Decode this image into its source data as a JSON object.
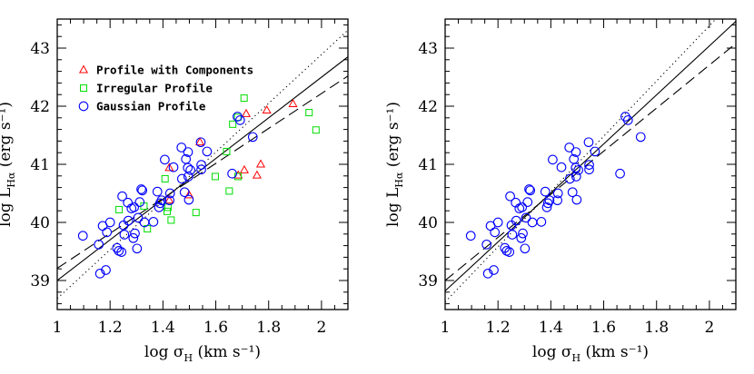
{
  "chart_data": [
    {
      "type": "scatter",
      "xlabel": "log σ_H (km s⁻¹)",
      "ylabel": "log L_Hα (erg s⁻¹)",
      "xlim": [
        1.0,
        2.1
      ],
      "ylim": [
        38.5,
        43.5
      ],
      "xticks": [
        "1",
        "1.2",
        "1.4",
        "1.6",
        "1.8",
        "2"
      ],
      "yticks": [
        "39",
        "40",
        "41",
        "42",
        "43"
      ],
      "grid": false,
      "legend_position": "top-left",
      "series": [
        {
          "name": "Profile with Components",
          "marker": "triangle",
          "color": "#ff0000",
          "points": [
            [
              1.424,
              40.94
            ],
            [
              1.424,
              40.38
            ],
            [
              1.499,
              40.47
            ],
            [
              1.54,
              41.38
            ],
            [
              1.685,
              40.81
            ],
            [
              1.708,
              40.9
            ],
            [
              1.715,
              41.87
            ],
            [
              1.756,
              40.81
            ],
            [
              1.77,
              41.0
            ],
            [
              1.793,
              41.93
            ],
            [
              1.892,
              42.04
            ]
          ]
        },
        {
          "name": "Irregular Profile",
          "marker": "square",
          "color": "#00dd00",
          "points": [
            [
              1.234,
              40.22
            ],
            [
              1.328,
              40.28
            ],
            [
              1.341,
              39.89
            ],
            [
              1.408,
              40.75
            ],
            [
              1.416,
              40.19
            ],
            [
              1.419,
              40.26
            ],
            [
              1.431,
              40.04
            ],
            [
              1.525,
              40.17
            ],
            [
              1.598,
              40.79
            ],
            [
              1.641,
              41.22
            ],
            [
              1.651,
              40.54
            ],
            [
              1.664,
              41.69
            ],
            [
              1.684,
              40.79
            ],
            [
              1.683,
              41.81
            ],
            [
              1.707,
              42.14
            ],
            [
              1.953,
              41.89
            ],
            [
              1.979,
              41.59
            ]
          ]
        },
        {
          "name": "Gaussian Profile",
          "marker": "circle",
          "color": "#0000ff",
          "points": [
            [
              1.097,
              39.77
            ],
            [
              1.157,
              39.62
            ],
            [
              1.172,
              39.94
            ],
            [
              1.188,
              39.83
            ],
            [
              1.2,
              40.0
            ],
            [
              1.162,
              39.12
            ],
            [
              1.184,
              39.18
            ],
            [
              1.226,
              39.56
            ],
            [
              1.233,
              39.51
            ],
            [
              1.243,
              39.49
            ],
            [
              1.246,
              40.45
            ],
            [
              1.267,
              40.34
            ],
            [
              1.251,
              39.95
            ],
            [
              1.254,
              39.79
            ],
            [
              1.269,
              40.03
            ],
            [
              1.281,
              40.24
            ],
            [
              1.291,
              40.26
            ],
            [
              1.288,
              39.73
            ],
            [
              1.294,
              39.81
            ],
            [
              1.302,
              39.55
            ],
            [
              1.306,
              40.08
            ],
            [
              1.312,
              40.35
            ],
            [
              1.318,
              40.57
            ],
            [
              1.322,
              40.55
            ],
            [
              1.33,
              40.0
            ],
            [
              1.364,
              40.01
            ],
            [
              1.379,
              40.53
            ],
            [
              1.385,
              40.26
            ],
            [
              1.389,
              40.33
            ],
            [
              1.395,
              40.38
            ],
            [
              1.407,
              41.08
            ],
            [
              1.425,
              40.38
            ],
            [
              1.427,
              40.5
            ],
            [
              1.44,
              40.95
            ],
            [
              1.47,
              41.29
            ],
            [
              1.472,
              40.75
            ],
            [
              1.482,
              40.52
            ],
            [
              1.487,
              41.09
            ],
            [
              1.495,
              41.21
            ],
            [
              1.494,
              40.94
            ],
            [
              1.496,
              40.79
            ],
            [
              1.498,
              40.39
            ],
            [
              1.504,
              40.9
            ],
            [
              1.543,
              41.38
            ],
            [
              1.545,
              40.99
            ],
            [
              1.545,
              40.91
            ],
            [
              1.567,
              41.22
            ],
            [
              1.662,
              40.84
            ],
            [
              1.682,
              41.82
            ],
            [
              1.692,
              41.76
            ],
            [
              1.74,
              41.47
            ]
          ]
        }
      ],
      "fit_lines": [
        {
          "style": "solid",
          "points": [
            [
              1.0,
              39.0
            ],
            [
              2.1,
              42.85
            ]
          ]
        },
        {
          "style": "dotted",
          "points": [
            [
              1.0,
              38.69
            ],
            [
              2.1,
              43.31
            ]
          ]
        },
        {
          "style": "dashed",
          "points": [
            [
              1.0,
              39.21
            ],
            [
              2.1,
              42.52
            ]
          ]
        }
      ]
    },
    {
      "type": "scatter",
      "xlabel": "log σ_H (km s⁻¹)",
      "ylabel": "log L_Hα (erg s⁻¹)",
      "xlim": [
        1.0,
        2.1
      ],
      "ylim": [
        38.5,
        43.5
      ],
      "xticks": [
        "1",
        "1.2",
        "1.4",
        "1.6",
        "1.8",
        "2"
      ],
      "yticks": [
        "39",
        "40",
        "41",
        "42",
        "43"
      ],
      "grid": false,
      "series": [
        {
          "marker": "circle",
          "color": "#0000ff",
          "points": [
            [
              1.097,
              39.77
            ],
            [
              1.157,
              39.62
            ],
            [
              1.172,
              39.94
            ],
            [
              1.188,
              39.83
            ],
            [
              1.2,
              40.0
            ],
            [
              1.162,
              39.12
            ],
            [
              1.184,
              39.18
            ],
            [
              1.226,
              39.56
            ],
            [
              1.233,
              39.51
            ],
            [
              1.243,
              39.49
            ],
            [
              1.246,
              40.45
            ],
            [
              1.267,
              40.34
            ],
            [
              1.251,
              39.95
            ],
            [
              1.254,
              39.79
            ],
            [
              1.269,
              40.03
            ],
            [
              1.281,
              40.24
            ],
            [
              1.291,
              40.26
            ],
            [
              1.288,
              39.73
            ],
            [
              1.294,
              39.81
            ],
            [
              1.302,
              39.55
            ],
            [
              1.306,
              40.08
            ],
            [
              1.312,
              40.35
            ],
            [
              1.318,
              40.57
            ],
            [
              1.322,
              40.55
            ],
            [
              1.33,
              40.0
            ],
            [
              1.364,
              40.01
            ],
            [
              1.379,
              40.53
            ],
            [
              1.385,
              40.26
            ],
            [
              1.389,
              40.33
            ],
            [
              1.395,
              40.38
            ],
            [
              1.407,
              41.08
            ],
            [
              1.425,
              40.38
            ],
            [
              1.427,
              40.5
            ],
            [
              1.44,
              40.95
            ],
            [
              1.47,
              41.29
            ],
            [
              1.472,
              40.75
            ],
            [
              1.482,
              40.52
            ],
            [
              1.487,
              41.09
            ],
            [
              1.495,
              41.21
            ],
            [
              1.494,
              40.94
            ],
            [
              1.496,
              40.79
            ],
            [
              1.498,
              40.39
            ],
            [
              1.504,
              40.9
            ],
            [
              1.543,
              41.38
            ],
            [
              1.545,
              40.99
            ],
            [
              1.545,
              40.91
            ],
            [
              1.567,
              41.22
            ],
            [
              1.662,
              40.84
            ],
            [
              1.682,
              41.82
            ],
            [
              1.692,
              41.76
            ],
            [
              1.74,
              41.47
            ]
          ]
        }
      ],
      "fit_lines": [
        {
          "style": "solid",
          "points": [
            [
              1.0,
              38.82
            ],
            [
              2.1,
              43.46
            ]
          ]
        },
        {
          "style": "dotted",
          "points": [
            [
              1.0,
              38.63
            ],
            [
              2.1,
              43.86
            ]
          ]
        },
        {
          "style": "dashed",
          "points": [
            [
              1.0,
              39.0
            ],
            [
              2.1,
              43.08
            ]
          ]
        }
      ]
    }
  ]
}
